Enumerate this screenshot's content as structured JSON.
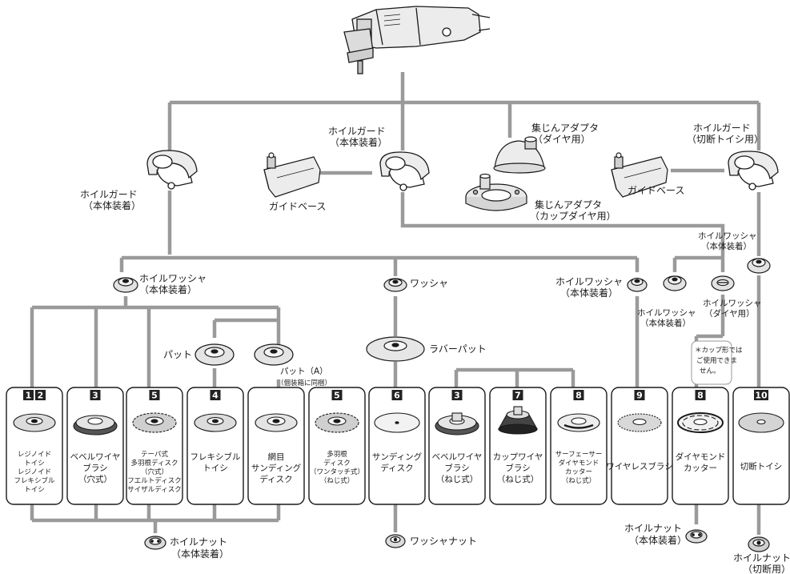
{
  "labels": {
    "guard_main": [
      "ホイルガード",
      "（本体装着）"
    ],
    "guard_top": [
      "ホイルガード",
      "（本体装着）"
    ],
    "dust_diamond": [
      "集じんアダプタ",
      "（ダイヤ用）"
    ],
    "guard_cut": [
      "ホイルガード",
      "（切断トイシ用）"
    ],
    "guide_base_left": "ガイドベース",
    "guide_base_right": "ガイドベース",
    "dust_cup": [
      "集じんアダプタ",
      "（カップダイヤ用）"
    ],
    "washer_main": [
      "ホイルワッシャ",
      "（本体装着）"
    ],
    "washer_plain": "ワッシャ",
    "washer_brush": [
      "ホイルワッシャ",
      "（本体装着）"
    ],
    "washer_right": [
      "ホイルワッシャ",
      "（本体装着）"
    ],
    "washer_diamond_std": [
      "ホイルワッシャ",
      "（本体装着）"
    ],
    "washer_diamond": [
      "ホイルワッシャ",
      "（ダイヤ用）"
    ],
    "pad": "パット",
    "pad_a": [
      "パット（A）",
      "（個装箱に同梱）"
    ],
    "rubber_pad": "ラバーパット",
    "cup_note": [
      "＊カップ形では",
      "ご使用できま",
      "せん。"
    ],
    "nut_main": [
      "ホイルナット",
      "（本体装着）"
    ],
    "washer_nut": "ワッシャナット",
    "nut_right": [
      "ホイルナット",
      "（本体装着）"
    ],
    "nut_cut": [
      "ホイルナット",
      "（切断用）"
    ]
  },
  "cards": [
    {
      "id": "resinoid",
      "badge": [
        "1",
        "2"
      ],
      "text": [
        "レジノイド",
        "トイシ",
        "レジノイド",
        "フレキシブル",
        "トイシ"
      ]
    },
    {
      "id": "bevel-wire-hole",
      "badge": [
        "3"
      ],
      "text": [
        "ベベルワイヤ",
        "ブラシ",
        "（穴式）"
      ]
    },
    {
      "id": "taper-flap",
      "badge": [
        "5"
      ],
      "text": [
        "テーパ式",
        "多羽根ディスク",
        "（穴式）",
        "フエルトディスク",
        "サイザルディスク"
      ]
    },
    {
      "id": "flexible",
      "badge": [
        "4"
      ],
      "text": [
        "フレキシブル",
        "トイシ"
      ]
    },
    {
      "id": "mesh-sanding",
      "badge": [],
      "text": [
        "網目",
        "サンディング",
        "ディスク"
      ]
    },
    {
      "id": "flap-onetouch",
      "badge": [
        "5"
      ],
      "text": [
        "多羽根",
        "ディスク",
        "（ワンタッチ式）",
        "（ねじ式）"
      ]
    },
    {
      "id": "sanding",
      "badge": [
        "6"
      ],
      "text": [
        "サンディング",
        "ディスク"
      ]
    },
    {
      "id": "bevel-wire-screw",
      "badge": [
        "3"
      ],
      "text": [
        "ベベルワイヤ",
        "ブラシ",
        "（ねじ式）"
      ]
    },
    {
      "id": "cup-wire",
      "badge": [
        "7"
      ],
      "text": [
        "カップワイヤ",
        "ブラシ",
        "（ねじ式）"
      ]
    },
    {
      "id": "surfacer",
      "badge": [
        "8"
      ],
      "text": [
        "サーフェーサー",
        "ダイヤモンド",
        "カッター",
        "（ねじ式）"
      ]
    },
    {
      "id": "wireless-brush",
      "badge": [
        "9"
      ],
      "text": [
        "ワイヤレスブラシ"
      ]
    },
    {
      "id": "diamond-cutter",
      "badge": [
        "8"
      ],
      "text": [
        "ダイヤモンド",
        "カッター"
      ]
    },
    {
      "id": "cutoff",
      "badge": [
        "10"
      ],
      "text": [
        "切断トイシ"
      ]
    }
  ],
  "colors": {
    "line": "#9a9a9a",
    "badge": "#222222",
    "ink": "#1a1a1a",
    "part": "#e6e6e6"
  }
}
